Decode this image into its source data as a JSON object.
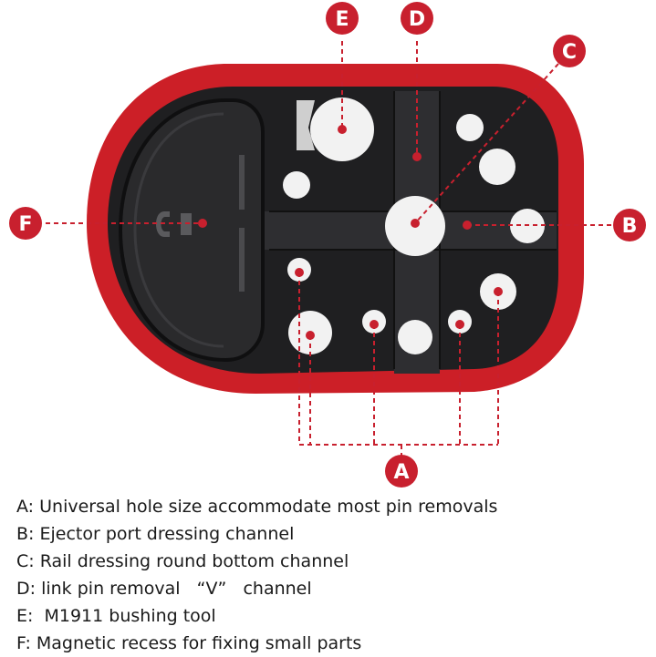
{
  "colors": {
    "accent": "#c8202e",
    "tray_red": "#cc1f27",
    "tray_black": "#1f1f21",
    "leader": "#c8202e"
  },
  "callouts": [
    {
      "letter": "A"
    },
    {
      "letter": "B"
    },
    {
      "letter": "C"
    },
    {
      "letter": "D"
    },
    {
      "letter": "E"
    },
    {
      "letter": "F"
    }
  ],
  "legend": [
    {
      "prefix": "A:",
      "text": " Universal hole size accommodate most pin removals"
    },
    {
      "prefix": "B:",
      "text": " Ejector port dressing channel"
    },
    {
      "prefix": "C:",
      "text": " Rail dressing round bottom channel"
    },
    {
      "prefix": "D:",
      "text": " link pin removal   “V”   channel"
    },
    {
      "prefix": "E:",
      "text": "  M1911 bushing tool"
    },
    {
      "prefix": "F:",
      "text": " Magnetic recess for fixing small parts"
    }
  ]
}
